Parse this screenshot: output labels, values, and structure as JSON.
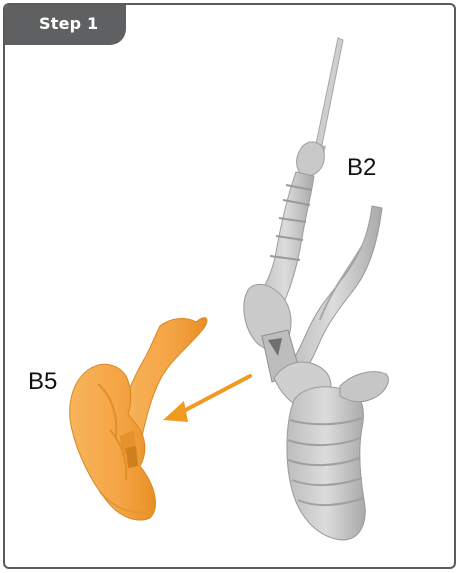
{
  "step": {
    "label": "Step 1"
  },
  "parts": {
    "b2": {
      "label": "B2",
      "color": "#c8c8c8"
    },
    "b5": {
      "label": "B5",
      "color": "#f2a64a"
    }
  },
  "arrow": {
    "color": "#f09a1f"
  }
}
